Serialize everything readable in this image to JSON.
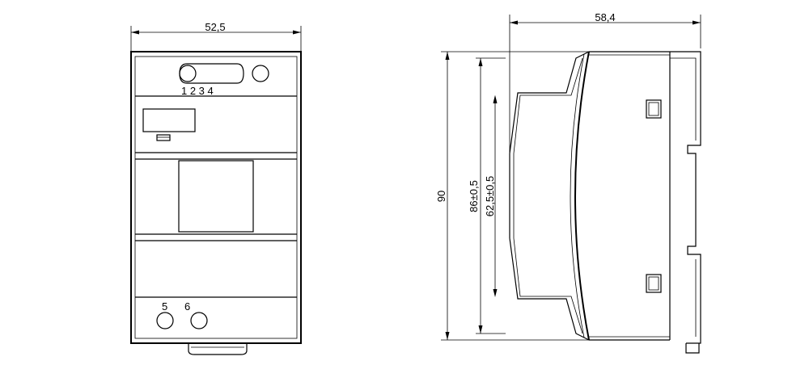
{
  "front_view": {
    "width_label": "52,5",
    "top_terminal_numbers": "1 2 3 4",
    "bottom_terminal_5": "5",
    "bottom_terminal_6": "6"
  },
  "side_view": {
    "depth_label": "58,4",
    "height_label": "90",
    "inner_height_label": "86±0,5",
    "rail_height_label": "62,5±0,5"
  }
}
